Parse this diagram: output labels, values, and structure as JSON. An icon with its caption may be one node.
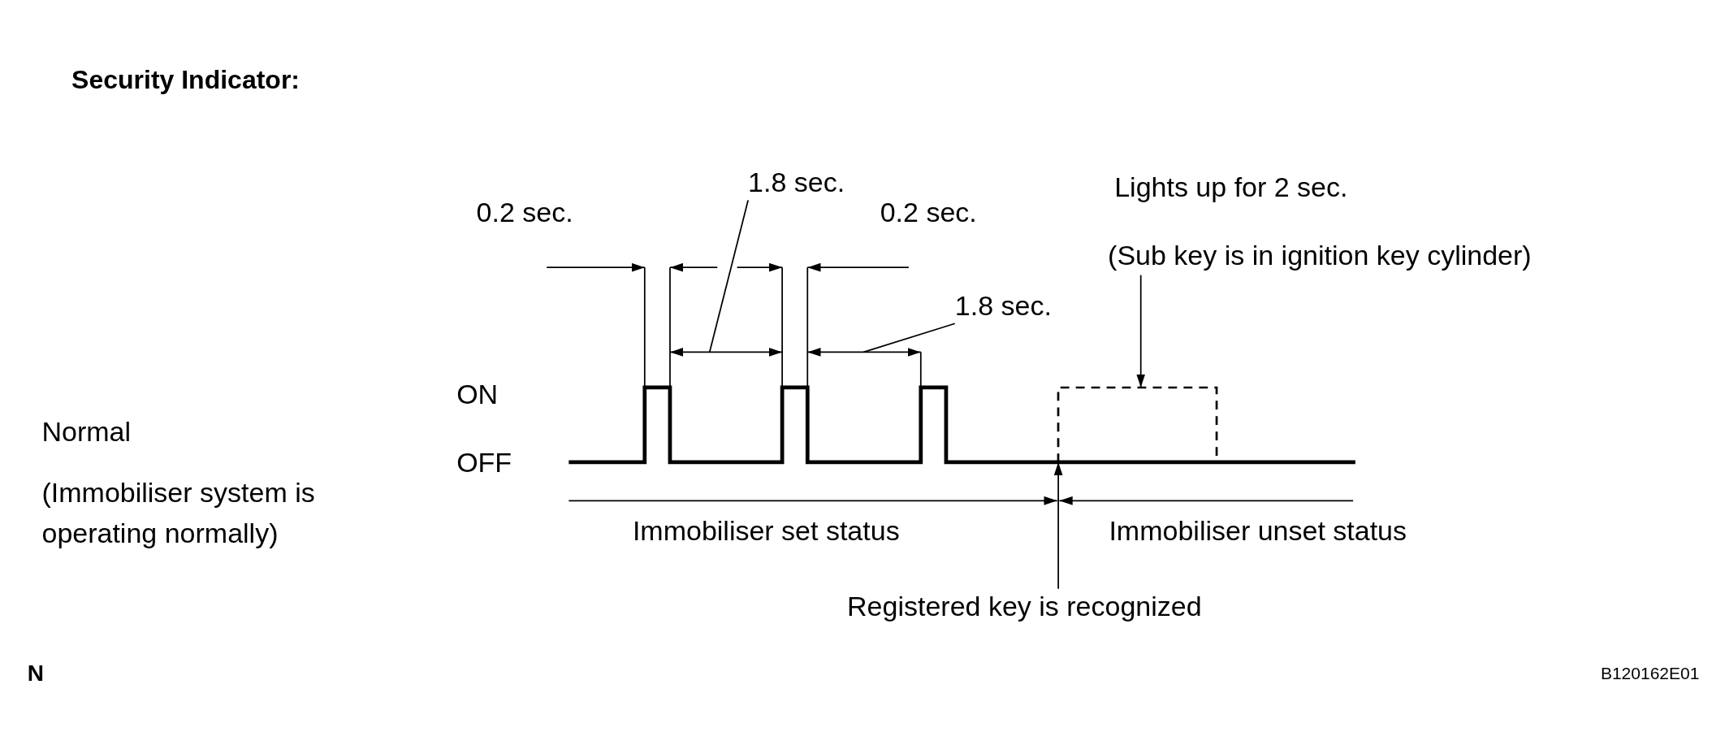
{
  "diagram": {
    "title": "Security Indicator:",
    "nodes": [
      {
        "text": [
          "1.8 sec."
        ]
      },
      {
        "text": [
          "1.8 sec."
        ]
      },
      {
        "text": [
          "Lights up for 2 sec.",
          "(Sub key is in ignition key cylinder)"
        ]
      },
      {
        "text": [],
        "shape": "box"
      },
      {
        "text": [
          "Registered key is recognized"
        ]
      }
    ],
    "edges": [
      {
        "from": 0,
        "to": null,
        "arrow": "none"
      },
      {
        "from": 1,
        "to": null,
        "arrow": "none"
      },
      {
        "from": 2,
        "to": 3,
        "arrow": "to"
      },
      {
        "from": 4,
        "to": 3,
        "arrow": "to"
      }
    ],
    "labels": [
      "0.2 sec.",
      "0.2 sec.",
      "ON",
      "Normal",
      "OFF",
      "(Immobiliser system is operating normally)",
      "Immobiliser set status",
      "Immobiliser unset status",
      "N",
      "B120162E01"
    ]
  }
}
